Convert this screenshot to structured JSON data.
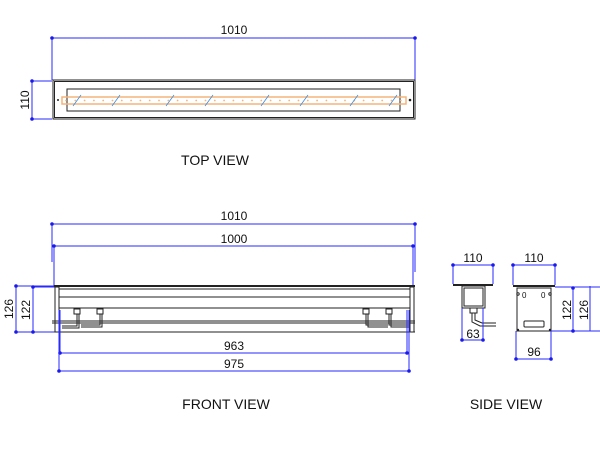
{
  "views": {
    "top": {
      "label": "TOP VIEW",
      "dims": {
        "length": "1010",
        "width": "110"
      }
    },
    "front": {
      "label": "FRONT VIEW",
      "dims": {
        "overall": "1010",
        "inner": "1000",
        "height_total": "126",
        "height_body": "122",
        "mount_inner": "963",
        "mount_outer": "975"
      }
    },
    "side": {
      "label": "SIDE VIEW",
      "dims": {
        "width_a": "110",
        "base_a": "63",
        "width_b": "110",
        "base_b": "96",
        "height_body": "122",
        "height_total": "126"
      }
    }
  },
  "colors": {
    "dimension": "#2a2aff",
    "outline": "#222222",
    "led_strip": "#f5b37a"
  }
}
